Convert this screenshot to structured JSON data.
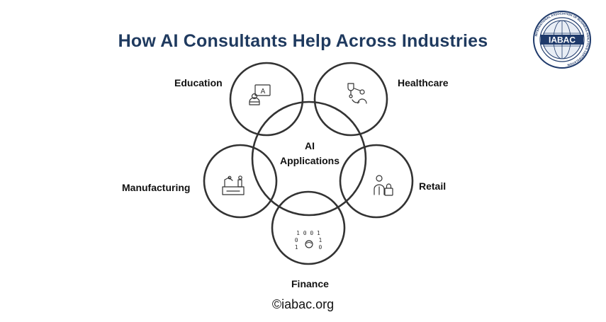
{
  "title": "How AI Consultants Help Across Industries",
  "center": {
    "line1": "AI",
    "line2": "Applications"
  },
  "industries": [
    {
      "label": "Education",
      "icon": "education-icon"
    },
    {
      "label": "Healthcare",
      "icon": "healthcare-icon"
    },
    {
      "label": "Retail",
      "icon": "retail-icon"
    },
    {
      "label": "Finance",
      "icon": "finance-icon"
    },
    {
      "label": "Manufacturing",
      "icon": "manufacturing-icon"
    }
  ],
  "finance_icon_digits": [
    "1 0 0 1",
    "0      1",
    "1      0"
  ],
  "education_icon_letter": "A",
  "footer": "©iabac.org",
  "logo": {
    "text": "IABAC",
    "ring_text": "INTERNATIONAL ASSOCIATION OF BUSINESS ANALYTICS CERTIFICATION"
  },
  "colors": {
    "title": "#1f3a5f",
    "circle_stroke": "#333333",
    "logo_blue": "#1f3a6b"
  }
}
